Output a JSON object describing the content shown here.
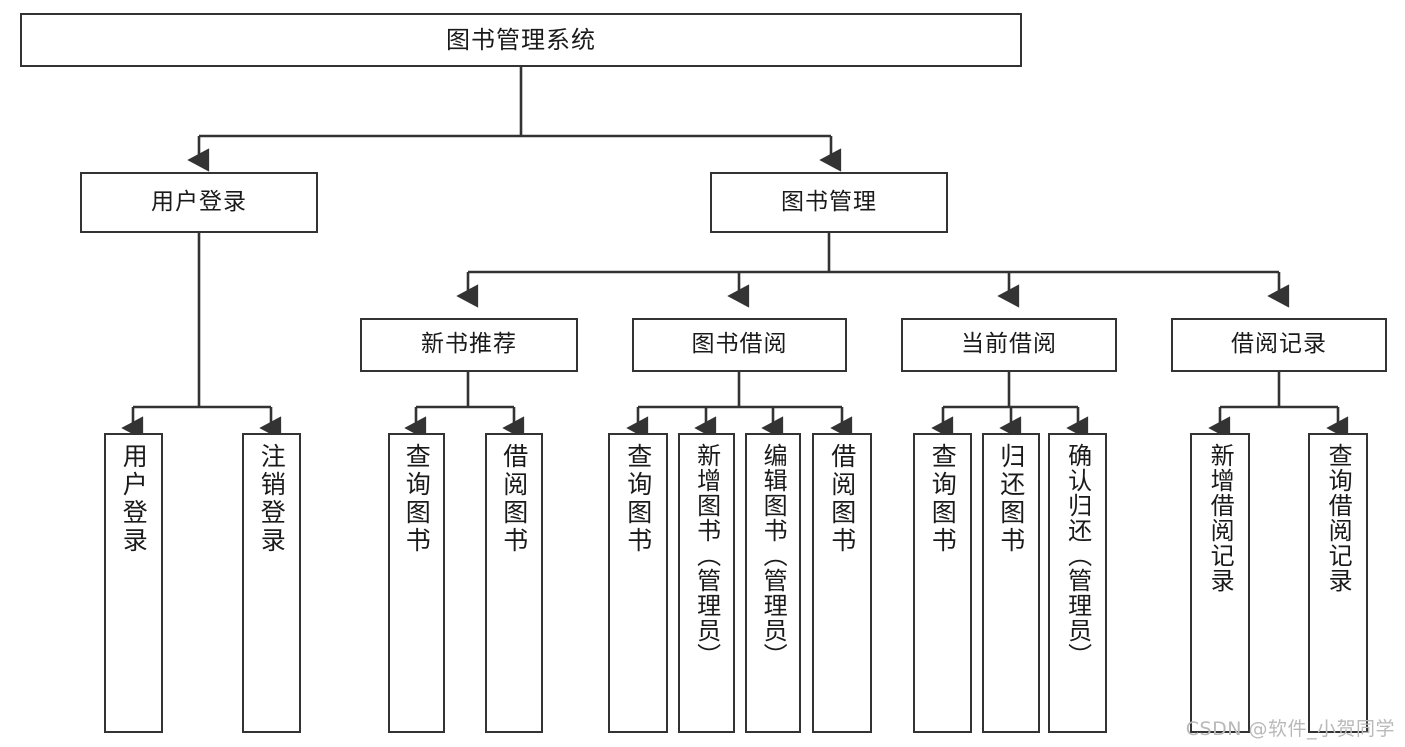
{
  "diagram": {
    "type": "tree-hierarchy",
    "title": "图书管理系统",
    "root": {
      "label": "图书管理系统"
    },
    "level2": [
      {
        "id": "user-login",
        "label": "用户登录"
      },
      {
        "id": "book-management",
        "label": "图书管理"
      }
    ],
    "level3": [
      {
        "id": "new-book-recommend",
        "label": "新书推荐",
        "parent": "book-management"
      },
      {
        "id": "book-borrow",
        "label": "图书借阅",
        "parent": "book-management"
      },
      {
        "id": "current-borrow",
        "label": "当前借阅",
        "parent": "book-management"
      },
      {
        "id": "borrow-record",
        "label": "借阅记录",
        "parent": "book-management"
      }
    ],
    "leaves": [
      {
        "id": "leaf-user-login",
        "label": "用户登录",
        "parent": "user-login"
      },
      {
        "id": "leaf-logout-login",
        "label": "注销登录",
        "parent": "user-login"
      },
      {
        "id": "leaf-query-book-1",
        "label": "查询图书",
        "parent": "new-book-recommend"
      },
      {
        "id": "leaf-borrow-book-1",
        "label": "借阅图书",
        "parent": "new-book-recommend"
      },
      {
        "id": "leaf-query-book-2",
        "label": "查询图书",
        "parent": "book-borrow"
      },
      {
        "id": "leaf-add-book",
        "label": "新增图书（管理员）",
        "parent": "book-borrow"
      },
      {
        "id": "leaf-edit-book",
        "label": "编辑图书（管理员）",
        "parent": "book-borrow"
      },
      {
        "id": "leaf-borrow-book-2",
        "label": "借阅图书",
        "parent": "book-borrow"
      },
      {
        "id": "leaf-query-book-3",
        "label": "查询图书",
        "parent": "current-borrow"
      },
      {
        "id": "leaf-return-book",
        "label": "归还图书",
        "parent": "current-borrow"
      },
      {
        "id": "leaf-confirm-return",
        "label": "确认归还（管理员）",
        "parent": "current-borrow"
      },
      {
        "id": "leaf-add-record",
        "label": "新增借阅记录",
        "parent": "borrow-record"
      },
      {
        "id": "leaf-query-record",
        "label": "查询借阅记录",
        "parent": "borrow-record"
      }
    ],
    "colors": {
      "box_border": "#333333",
      "box_fill": "#ffffff",
      "connector": "#333333",
      "text": "#1a1a1a",
      "watermark": "#b9b9b9",
      "background": "#ffffff"
    }
  },
  "watermark": {
    "text": "CSDN @软件_小贺同学"
  }
}
